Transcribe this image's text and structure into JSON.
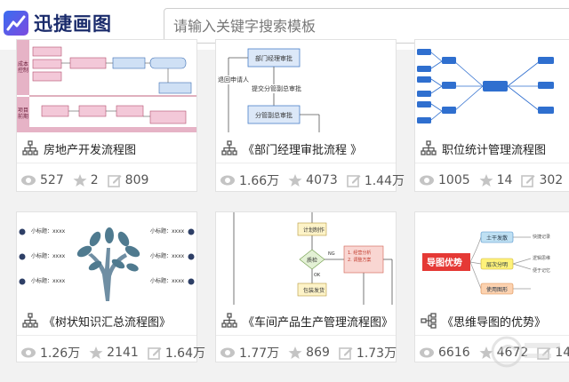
{
  "header": {
    "logo_text": "迅捷画图",
    "search_placeholder": "请输入关键字搜索模板"
  },
  "cards": [
    {
      "title": "房地产开发流程图",
      "views": "527",
      "likes": "2",
      "edits": "809"
    },
    {
      "title": "《部门经理审批流程 》",
      "views": "1.66万",
      "likes": "4073",
      "edits": "1.44万"
    },
    {
      "title": "职位统计管理流程图",
      "views": "1005",
      "likes": "14",
      "edits": "302"
    },
    {
      "title": "《树状知识汇总流程图》",
      "views": "1.26万",
      "likes": "2141",
      "edits": "1.64万"
    },
    {
      "title": "《车间产品生产管理流程图》",
      "views": "1.77万",
      "likes": "869",
      "edits": "1.73万"
    },
    {
      "title": "《思维导图的优势》",
      "views": "6616",
      "likes": "4672",
      "edits": "14"
    }
  ],
  "thumbs": {
    "card1": {
      "side_a": "成本控制",
      "side_b": "项目前期"
    },
    "card2": {
      "box1": "部门经理审批",
      "box2": "分管副总审批",
      "mid": "提交分管副总审批",
      "left": "退回申请人"
    },
    "card4": {
      "label": "小标题：xxxx",
      "url": "http://www.xunjietupian.com"
    },
    "card5": {
      "box1": "计划制作",
      "diamond": "质检",
      "box2": "包装发货",
      "red": "1. 经营分析\n2. 调整方案",
      "ok": "OK",
      "ng": "NG"
    },
    "card6": {
      "root": "导图优势",
      "n1": "土干发散",
      "n2": "层次分明",
      "n3": "使用图形",
      "r1": "快捷记录",
      "r2": "逻辑思维",
      "r3": "便于记忆"
    }
  },
  "colors": {
    "brand": "#1a2b6b",
    "accent": "#3a6df0",
    "flow_blue": "#2f6fcf",
    "pink": "#d9789b"
  }
}
